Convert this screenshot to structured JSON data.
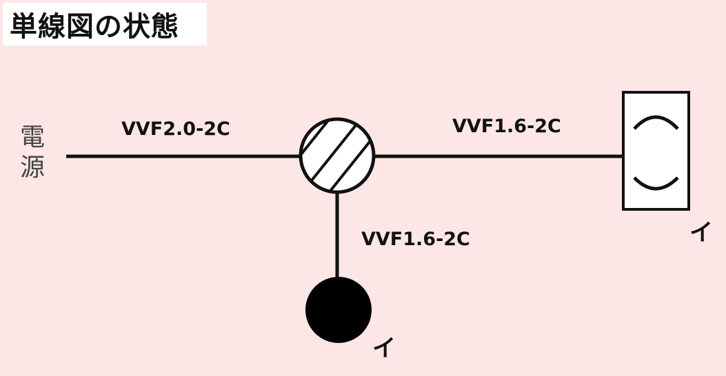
{
  "title": "単線図の状態",
  "power_source": {
    "char1": "電",
    "char2": "源"
  },
  "cables": {
    "main": "VVF2.0-2C",
    "to_outlet": "VVF1.6-2C",
    "to_light": "VVF1.6-2C"
  },
  "circuit_marks": {
    "outlet": "イ",
    "light": "イ"
  },
  "colors": {
    "background": "#fde6e6",
    "line": "#111111"
  }
}
